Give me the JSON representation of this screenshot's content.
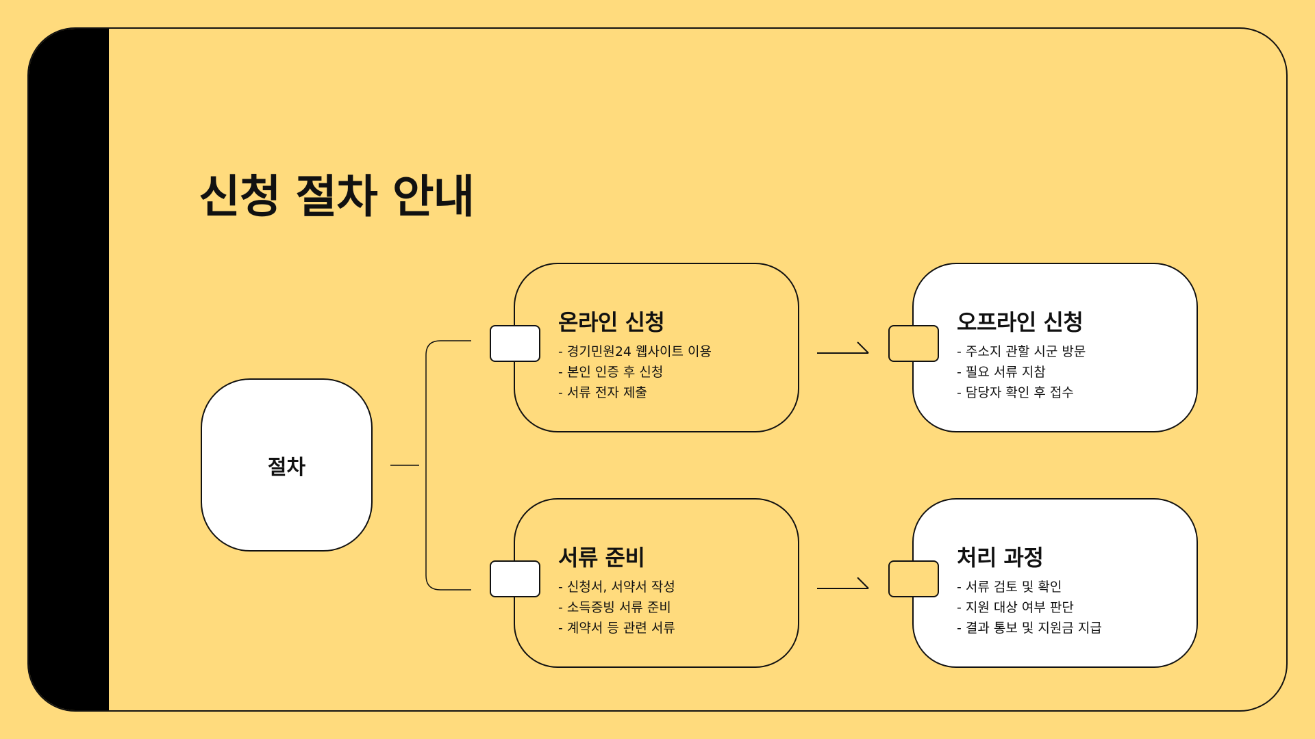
{
  "title": "신청 절차 안내",
  "root": {
    "label": "절차"
  },
  "steps": [
    {
      "title": "온라인 신청",
      "items": [
        "- 경기민원24 웹사이트 이용",
        "- 본인 인증 후 신청",
        "- 서류 전자 제출"
      ]
    },
    {
      "title": "오프라인 신청",
      "items": [
        "- 주소지 관할 시군 방문",
        "- 필요 서류 지참",
        "- 담당자 확인 후 접수"
      ]
    },
    {
      "title": "서류 준비",
      "items": [
        "- 신청서, 서약서 작성",
        "- 소득증빙 서류 준비",
        "- 계약서 등 관련 서류"
      ]
    },
    {
      "title": "처리 과정",
      "items": [
        "- 서류 검토 및 확인",
        "- 지원 대상 여부 판단",
        "- 결과 통보 및 지원금 지급"
      ]
    }
  ],
  "colors": {
    "background": "#FFDB7D",
    "accent_bar": "#000000",
    "line": "#111111"
  }
}
